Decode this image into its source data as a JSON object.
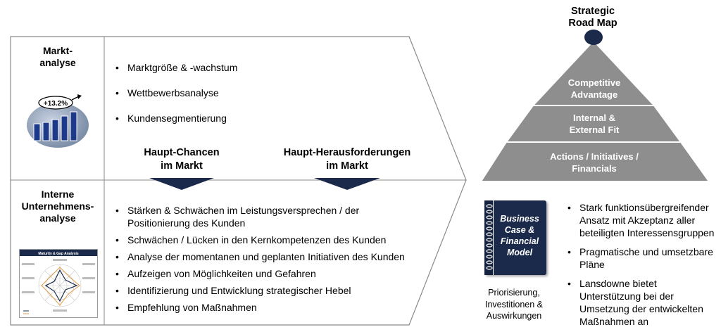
{
  "market": {
    "title": "Markt-\nanalyse",
    "chart_badge": "+13.2%",
    "bullets": [
      "Marktgröße & -wachstum",
      "Wettbewerbsanalyse",
      "Kundensegmentierung"
    ]
  },
  "chances": {
    "left": "Haupt-Chancen\nim Markt",
    "right": "Haupt-Herausforderungen\nim Markt"
  },
  "internal": {
    "title": "Interne\nUnternehmens-\nanalyse",
    "thumb_title": "Maturity & Gap Analysis",
    "bullets": [
      "Stärken & Schwächen im Leistungsversprechen / der Positionierung des Kunden",
      "Schwächen / Lücken in den Kernkompetenzen des Kunden",
      "Analyse der momentanen und geplanten Initiativen des Kunden",
      "Aufzeigen von Möglichkeiten und Gefahren",
      "Identifizierung und Entwicklung strategischer Hebel",
      "Empfehlung von Maßnahmen"
    ]
  },
  "pyramid": {
    "title": "Strategic\nRoad Map",
    "levels": [
      "Competitive\nAdvantage",
      "Internal &\nExternal Fit",
      "Actions / Initiatives /\nFinancials"
    ]
  },
  "book": {
    "title": "Business\nCase &\nFinancial\nModel",
    "caption": "Priorisierung,\nInvestitionen &\nAuswirkungen"
  },
  "right_bullets": [
    "Stark funktionsübergreifender Ansatz mit Akzeptanz aller beteiligten Interessensgruppen",
    "Pragmatische und umsetzbare Pläne",
    "Lansdowne bietet Unterstützung bei der Umsetzung der entwickelten Maßnahmen an"
  ],
  "colors": {
    "navy": "#1b2a4a",
    "pyramid_gray": "#8e8e8e",
    "outline": "#8a8a8a"
  }
}
